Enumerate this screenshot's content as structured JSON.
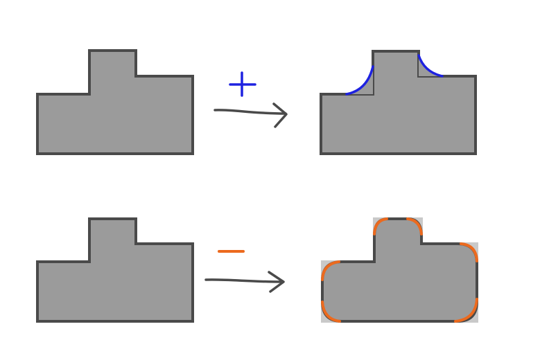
{
  "colors": {
    "background": "#ffffff",
    "shape_fill": "#9b9b9b",
    "shape_stroke": "#4a4a4a",
    "arrow_stroke": "#4a4a4a",
    "add_color": "#1e22e0",
    "subtract_color": "#ec6a1e",
    "removed_fill": "#c9c9c9"
  },
  "rows": [
    {
      "operation_icon": "plus-sign",
      "operation": "add",
      "before_shape": "t-shaped-polygon",
      "after_shape": "t-shaped-polygon-with-concave-fillets"
    },
    {
      "operation_icon": "minus-sign",
      "operation": "subtract",
      "before_shape": "t-shaped-polygon",
      "after_shape": "t-shaped-polygon-with-rounded-convex-corners"
    }
  ]
}
